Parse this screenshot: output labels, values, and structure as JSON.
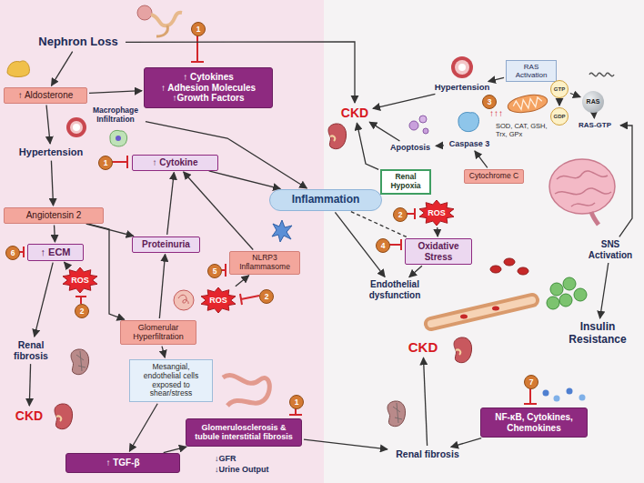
{
  "diagram": {
    "nodes": [
      {
        "text": [
          "Nephron Loss"
        ]
      },
      {
        "text": [
          "↑ Aldosterone"
        ]
      },
      {
        "text": [
          "Hypertension"
        ]
      },
      {
        "text": [
          "Angiotensin 2"
        ]
      },
      {
        "text": [
          "↑ Cytokines",
          "↑ Adhesion Molecules",
          "↑Growth Factors"
        ]
      },
      {
        "text": [
          "Macrophage Infiltration"
        ]
      },
      {
        "text": [
          "↑ Cytokine"
        ]
      },
      {
        "text": [
          "NLRP3 Inflammasome"
        ]
      },
      {
        "text": [
          "Proteinuria"
        ]
      },
      {
        "text": [
          "↑ ECM"
        ]
      },
      {
        "text": [
          "ROS"
        ]
      },
      {
        "text": [
          "Glomerular Hyperfiltration"
        ]
      },
      {
        "text": [
          "ROS"
        ]
      },
      {
        "text": [
          "Renal fibrosis"
        ]
      },
      {
        "text": [
          "Mesangial, endothelial cells exposed to shear/stress"
        ]
      },
      {
        "text": [
          "CKD"
        ]
      },
      {
        "text": [
          "Glomerulosclerosis & tubule interstitial fibrosis"
        ]
      },
      {
        "text": [
          "↑ TGF-β"
        ]
      },
      {
        "text": [
          "Inflammation"
        ]
      },
      {
        "text": [
          "CKD"
        ]
      },
      {
        "text": [
          "Hypertension"
        ]
      },
      {
        "text": [
          "RAS Activation"
        ]
      },
      {
        "text": [
          "GTP"
        ]
      },
      {
        "text": [
          "RAS"
        ]
      },
      {
        "text": [
          "GDP"
        ]
      },
      {
        "text": [
          "RAS-GTP"
        ]
      },
      {
        "text": [
          "Apoptosis"
        ]
      },
      {
        "text": [
          "Caspase 3"
        ]
      },
      {
        "text": [
          "Cytochrome C"
        ]
      },
      {
        "text": [
          "Renal Hypoxia"
        ]
      },
      {
        "text": [
          "ROS"
        ]
      },
      {
        "text": [
          "Oxidative Stress"
        ]
      },
      {
        "text": [
          "SNS Activation"
        ]
      },
      {
        "text": [
          "Endothelial dysfunction"
        ]
      },
      {
        "text": [
          "Insulin Resistance"
        ]
      },
      {
        "text": [
          "CKD"
        ]
      },
      {
        "text": [
          "Renal fibrosis"
        ]
      },
      {
        "text": [
          "NF-κB, Cytokines, Chemokines"
        ]
      }
    ],
    "edges": [
      {
        "from": 0,
        "to": 19,
        "arrow": "to"
      },
      {
        "from": 0,
        "to": 1,
        "arrow": "to"
      },
      {
        "from": 1,
        "to": 4,
        "arrow": "to"
      },
      {
        "from": 1,
        "to": 2,
        "arrow": "to"
      },
      {
        "from": 2,
        "to": 3,
        "arrow": "to"
      },
      {
        "from": 3,
        "to": 9,
        "arrow": "to"
      },
      {
        "from": 3,
        "to": 8,
        "arrow": "to"
      },
      {
        "from": 3,
        "to": 11,
        "arrow": "to"
      },
      {
        "from": 5,
        "to": 18,
        "arrow": "to"
      },
      {
        "from": 6,
        "to": 18,
        "arrow": "to"
      },
      {
        "from": 8,
        "to": 6,
        "arrow": "to"
      },
      {
        "from": 7,
        "to": 6,
        "arrow": "to"
      },
      {
        "from": 10,
        "to": 9,
        "arrow": "to"
      },
      {
        "from": 12,
        "to": 7,
        "arrow": "to"
      },
      {
        "from": 11,
        "to": 8,
        "arrow": "to"
      },
      {
        "from": 11,
        "to": 14,
        "arrow": "to"
      },
      {
        "from": 14,
        "to": 17,
        "arrow": "to"
      },
      {
        "from": 9,
        "to": 13,
        "arrow": "to"
      },
      {
        "from": 13,
        "to": 15,
        "arrow": "to"
      },
      {
        "from": 17,
        "to": 16,
        "arrow": "to"
      },
      {
        "from": 16,
        "to": 36,
        "arrow": "to"
      },
      {
        "from": 18,
        "to": 33,
        "arrow": "to"
      },
      {
        "from": 18,
        "to": 31,
        "arrow": "none"
      },
      {
        "from": 31,
        "to": 33,
        "arrow": "to"
      },
      {
        "from": 20,
        "to": 19,
        "arrow": "to"
      },
      {
        "from": 21,
        "to": 20,
        "arrow": "to"
      },
      {
        "from": 22,
        "to": 23,
        "arrow": "to"
      },
      {
        "from": 22,
        "to": 24,
        "arrow": "to"
      },
      {
        "from": 23,
        "to": 25,
        "arrow": "to"
      },
      {
        "from": 32,
        "to": 25,
        "arrow": "to"
      },
      {
        "from": 26,
        "to": 19,
        "arrow": "to"
      },
      {
        "from": 27,
        "to": 26,
        "arrow": "to"
      },
      {
        "from": 28,
        "to": 27,
        "arrow": "to"
      },
      {
        "from": 29,
        "to": 19,
        "arrow": "to"
      },
      {
        "from": 30,
        "to": 31,
        "arrow": "to"
      },
      {
        "from": 32,
        "to": 34,
        "arrow": "to"
      },
      {
        "from": 36,
        "to": 35,
        "arrow": "to"
      },
      {
        "from": 37,
        "to": 36,
        "arrow": "to"
      }
    ],
    "labels": [
      "1",
      "1",
      "6",
      "2",
      "5",
      "2",
      "1",
      "↓GFR",
      "↓Urine Output",
      "3",
      "↑↑↑",
      "SOD, CAT, GSH, Trx, GPx",
      "2",
      "4",
      "7"
    ]
  }
}
